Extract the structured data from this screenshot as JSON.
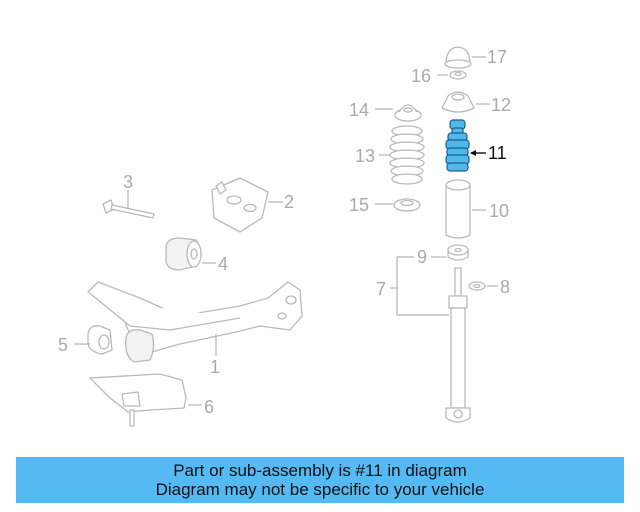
{
  "callouts": {
    "c1": "1",
    "c2": "2",
    "c3": "3",
    "c4": "4",
    "c5": "5",
    "c6": "6",
    "c7": "7",
    "c8": "8",
    "c9": "9",
    "c10": "10",
    "c11": "11",
    "c12": "12",
    "c13": "13",
    "c14": "14",
    "c15": "15",
    "c16": "16",
    "c17": "17"
  },
  "highlighted_part": "11",
  "colors": {
    "highlight": "#4fb9ee",
    "banner": "#55b9f3",
    "linework": "#b9b9b9"
  },
  "banner": {
    "line1": "Part or sub-assembly is #11 in diagram",
    "line2": "Diagram may not be specific to your vehicle"
  }
}
